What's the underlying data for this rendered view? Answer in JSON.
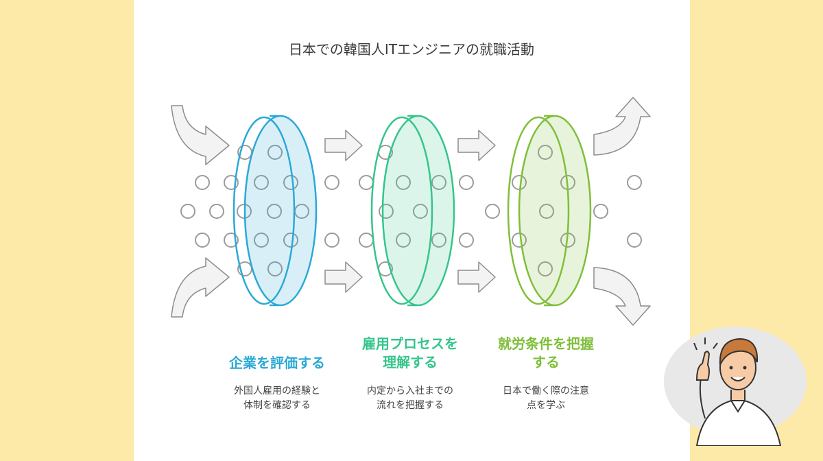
{
  "title": "日本での韓国人ITエンジニアの就職活動",
  "steps": [
    {
      "title_lines": [
        "企業を評価する"
      ],
      "desc_lines": [
        "外国人雇用の経験と",
        "体制を確認する"
      ],
      "color": "#2aa9d6"
    },
    {
      "title_lines": [
        "雇用プロセスを",
        "理解する"
      ],
      "desc_lines": [
        "内定から入社までの",
        "流れを把握する"
      ],
      "color": "#35c58a"
    },
    {
      "title_lines": [
        "就労条件を把握",
        "する"
      ],
      "desc_lines": [
        "日本で働く際の注意",
        "点を学ぶ"
      ],
      "color": "#7fbf3a"
    }
  ],
  "colors": {
    "side_panel": "#fde9a8",
    "dot_stroke": "#9b9b9b",
    "arrow_fill": "#f3f3f3",
    "arrow_stroke": "#8c8c8c"
  },
  "icons": [
    "curved-arrow-icon",
    "arrow-right-icon",
    "filter-ring-icon",
    "person-pointing-icon"
  ]
}
